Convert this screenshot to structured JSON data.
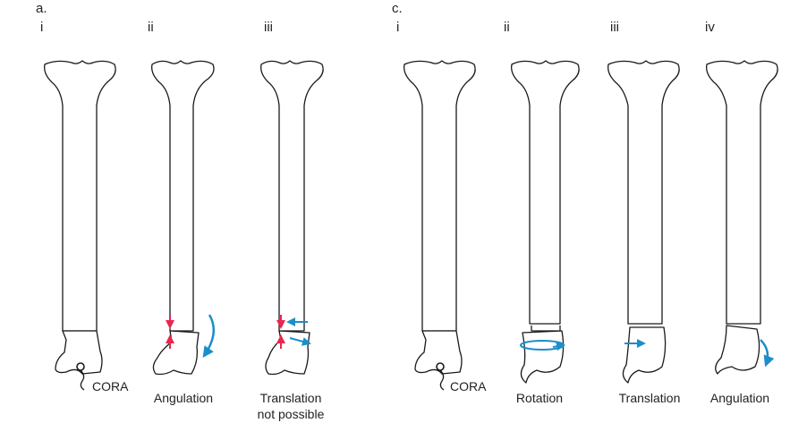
{
  "colors": {
    "outline": "#1a1a1a",
    "red_arrow": "#e8264e",
    "blue_arrow": "#1a8fc9"
  },
  "panels": {
    "a": {
      "label": "a.",
      "numerals": [
        "i",
        "ii",
        "iii"
      ],
      "captions": [
        "Angulation",
        "Translation",
        "not possible"
      ],
      "cora": "CORA"
    },
    "c": {
      "label": "c.",
      "numerals": [
        "i",
        "ii",
        "iii",
        "iv"
      ],
      "captions": [
        "Rotation",
        "Translation",
        "Angulation"
      ],
      "cora": "CORA"
    }
  },
  "icons": [
    "bone-outline",
    "red-compression-arrow",
    "blue-curved-arrow",
    "blue-straight-arrow",
    "cora-circle-marker"
  ]
}
